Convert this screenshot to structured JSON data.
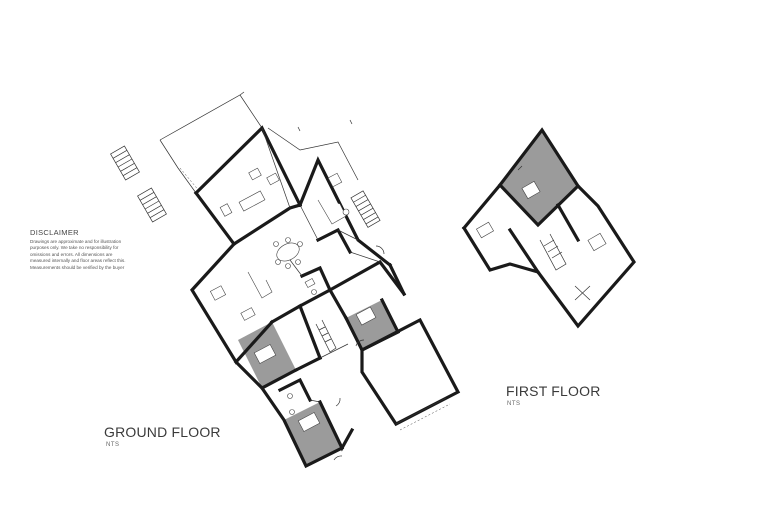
{
  "disclaimer": {
    "heading": "DISCLAIMER",
    "body": "Drawings are approximate and for illustration purposes only. We take no responsibility for omissions and errors. All dimensions are measured internally and floor areas reflect this. Measurements should be verified by the buyer"
  },
  "ground_floor": {
    "title": "GROUND FLOOR",
    "scale": "NTS"
  },
  "first_floor": {
    "title": "FIRST FLOOR",
    "scale": "NTS"
  },
  "colors": {
    "wall": "#1a1a1a",
    "shaded_room": "#9b9b9b",
    "text": "#3a3a3a"
  }
}
